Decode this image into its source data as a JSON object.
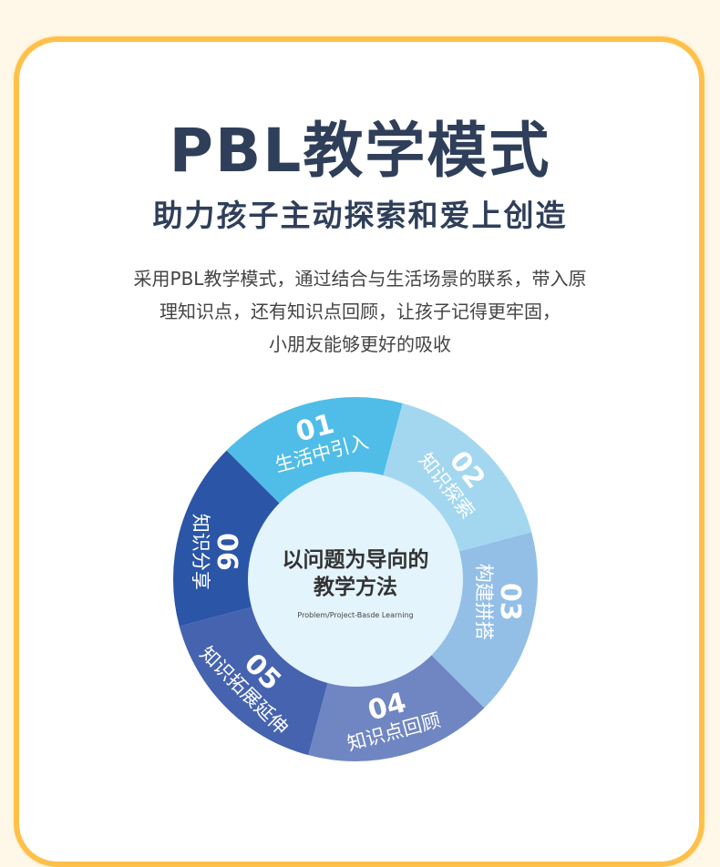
{
  "header": {
    "title": "PBL教学模式",
    "subtitle": "助力孩子主动探索和爱上创造"
  },
  "description": {
    "lines": [
      "采用PBL教学模式，通过结合与生活场景的联系，带入原",
      "理知识点，还有知识点回顾，让孩子记得更牢固，",
      "小朋友能够更好的吸收"
    ]
  },
  "diagram": {
    "center": {
      "line1": "以问题为导向的",
      "line2": "教学方法",
      "english": "Problem/Project-Basde Learning"
    },
    "steps": [
      {
        "number": "01",
        "label": "生活中引入",
        "color": "#50bde8"
      },
      {
        "number": "02",
        "label": "知识探索",
        "color": "#a3d7ef"
      },
      {
        "number": "03",
        "label": "构建拼搭",
        "color": "#93bfe7"
      },
      {
        "number": "04",
        "label": "知识点回顾",
        "color": "#6f86c3"
      },
      {
        "number": "05",
        "label": "知识拓展延伸",
        "color": "#4563af"
      },
      {
        "number": "06",
        "label": "知识分享",
        "color": "#2b55a6"
      }
    ],
    "center_color": "#e3f4fd"
  }
}
